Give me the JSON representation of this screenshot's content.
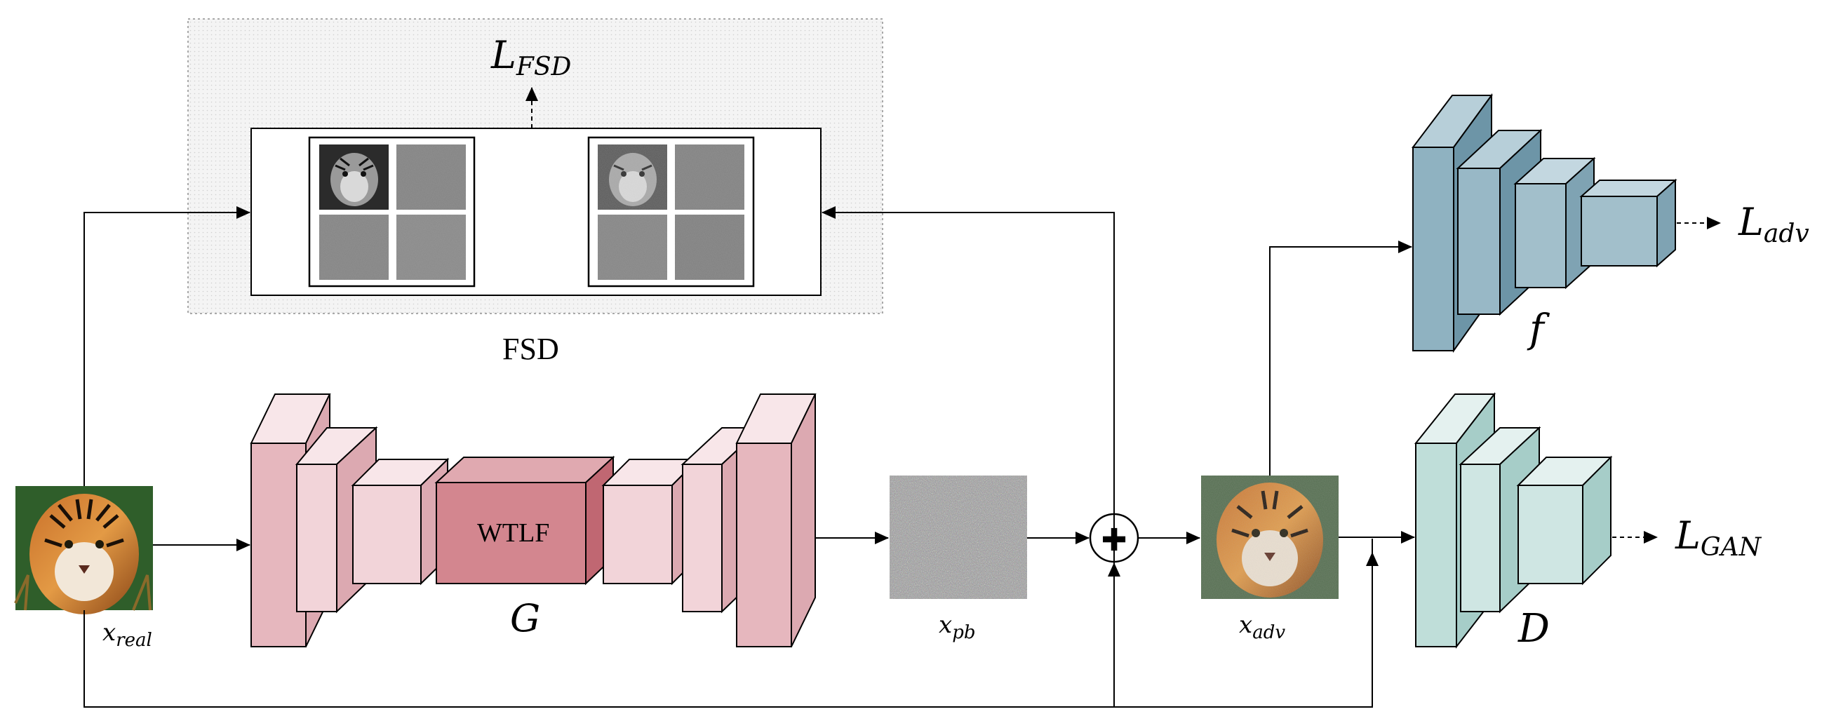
{
  "labels": {
    "loss_fsd_main": "L",
    "loss_fsd_sub": "FSD",
    "fsd_module": "FSD",
    "generator_block": "WTLF",
    "generator": "G",
    "classifier": "f",
    "discriminator": "D",
    "loss_adv_main": "L",
    "loss_adv_sub": "adv",
    "loss_gan_main": "L",
    "loss_gan_sub": "GAN",
    "x_real_main": "x",
    "x_real_sub": "real",
    "x_pb_main": "x",
    "x_pb_sub": "pb",
    "x_adv_main": "x",
    "x_adv_sub": "adv",
    "sum_symbol": "✚"
  },
  "colors": {
    "generator_face": "#f2d4d9",
    "generator_side": "#dca9b1",
    "generator_top": "#f8e6e9",
    "wtlf_face": "#d3868f",
    "wtlf_side": "#c06772",
    "wtlf_top": "#e0a9b0",
    "classifier_face": "#8fb2c1",
    "classifier_side": "#6d95a7",
    "classifier_top": "#b7cfd9",
    "discriminator_face": "#cfe6e3",
    "discriminator_side": "#a6cdc8",
    "discriminator_top": "#e4f1ef",
    "fsd_background": "#f2f2f2"
  },
  "icons": {
    "x_real": "tiger-photo",
    "x_pb": "noise-image",
    "x_adv": "noisy-tiger-photo",
    "sum": "plus-circle-icon"
  }
}
